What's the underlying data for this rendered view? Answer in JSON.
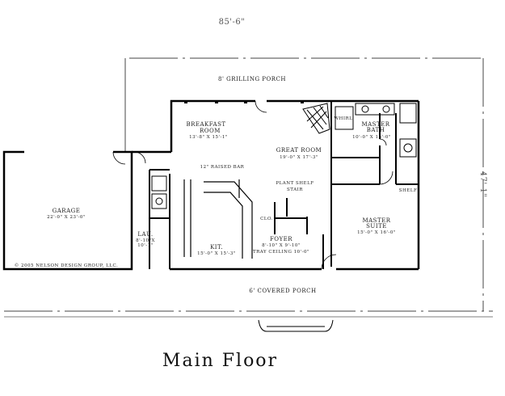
{
  "title": "Main Floor",
  "dimensions": {
    "width": "85'-6\"",
    "depth": "47'-1\""
  },
  "rooms": {
    "grilling_porch": {
      "name": "8' GRILLING PORCH"
    },
    "breakfast": {
      "name": "BREAKFAST",
      "name2": "ROOM",
      "size": "13'-8\" X 15'-1\""
    },
    "great_room": {
      "name": "GREAT ROOM",
      "size": "19'-0\" X 17'-3\""
    },
    "master_bath": {
      "name": "MASTER",
      "name2": "BATH",
      "size": "10'-0\" X 15'-0\""
    },
    "master_suite": {
      "name": "MASTER",
      "name2": "SUITE",
      "size": "15'-0\" X 16'-0\""
    },
    "garage": {
      "name": "GARAGE",
      "size": "22'-0\" X 23'-0\""
    },
    "laundry": {
      "name": "LAU.",
      "size": "8'-10\"X",
      "size2": "10'-1\""
    },
    "kitchen": {
      "name": "KIT.",
      "size": "15'-0\" X 15'-3\""
    },
    "foyer": {
      "name": "FOYER",
      "size": "8'-10\" X 9'-10\""
    },
    "covered_porch": {
      "name": "6' COVERED PORCH"
    }
  },
  "notes": {
    "raised_bar": "12\" RAISED BAR",
    "ceiling": "TRAY CEILING 10'-0\"",
    "plant_shelf": "PLANT SHELF",
    "stair": "STAIR",
    "closet": "CLO.",
    "shelf": "SHELF",
    "whirlpool": "WHIRL.",
    "copyright": "© 2005 NELSON DESIGN GROUP, LLC."
  }
}
